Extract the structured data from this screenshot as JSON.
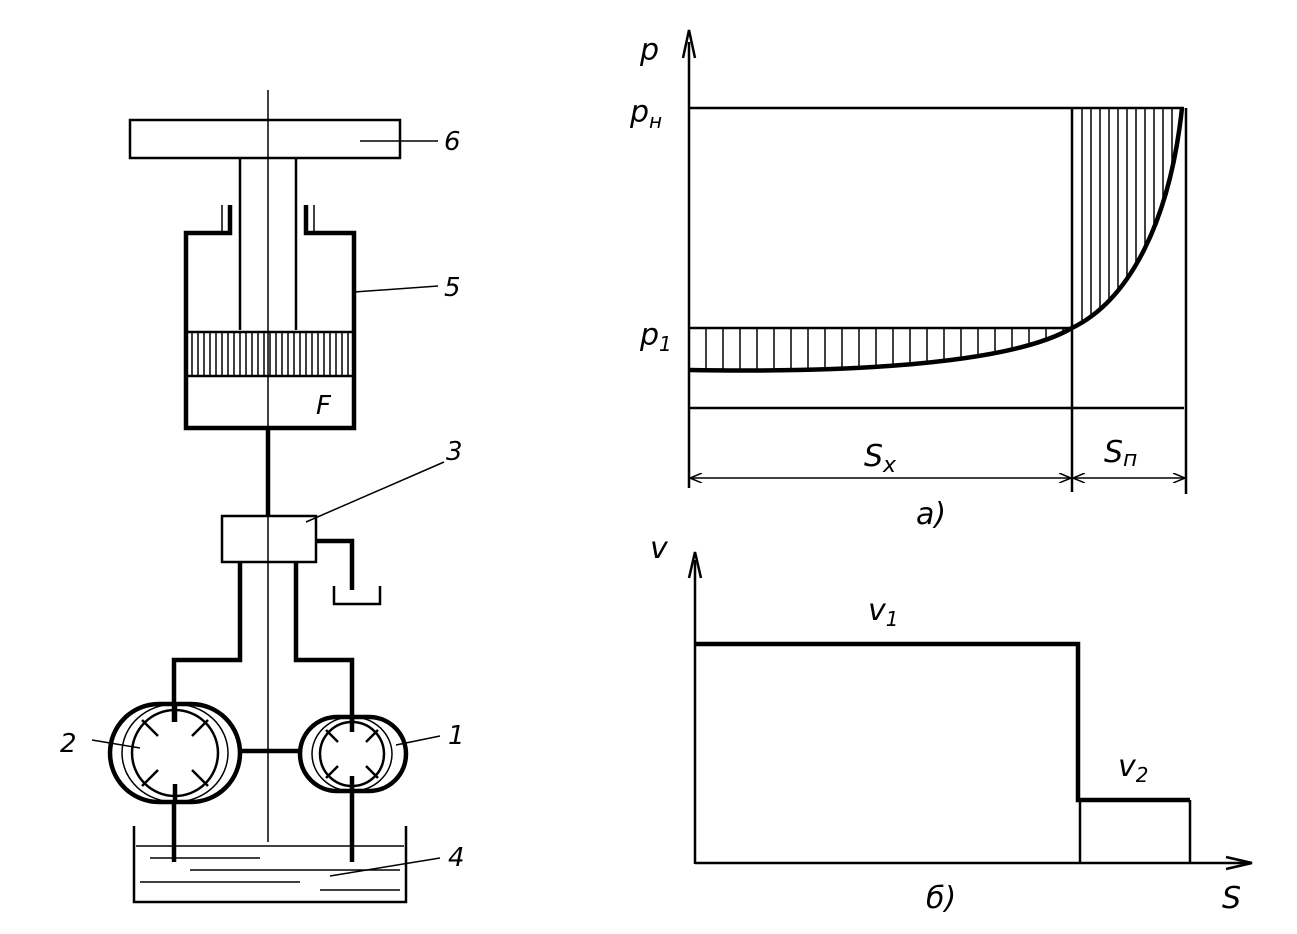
{
  "scheme": {
    "labels": {
      "pump_1": "1",
      "pump_2": "2",
      "valve_3": "3",
      "tank_4": "4",
      "cylinder_5": "5",
      "platen_6": "6",
      "area_f": "F"
    }
  },
  "diagram_a": {
    "y_label": "p",
    "p_n_label": "p",
    "p_n_sub": "н",
    "p1_label": "p",
    "p1_sub": "1",
    "s_x_label": "S",
    "s_x_sub": "x",
    "s_p_label": "S",
    "s_p_sub": "п",
    "caption": "a)"
  },
  "diagram_b": {
    "y_label": "v",
    "x_label": "S",
    "v1_label": "v",
    "v1_sub": "1",
    "v2_label": "v",
    "v2_sub": "2",
    "caption": "б)"
  }
}
